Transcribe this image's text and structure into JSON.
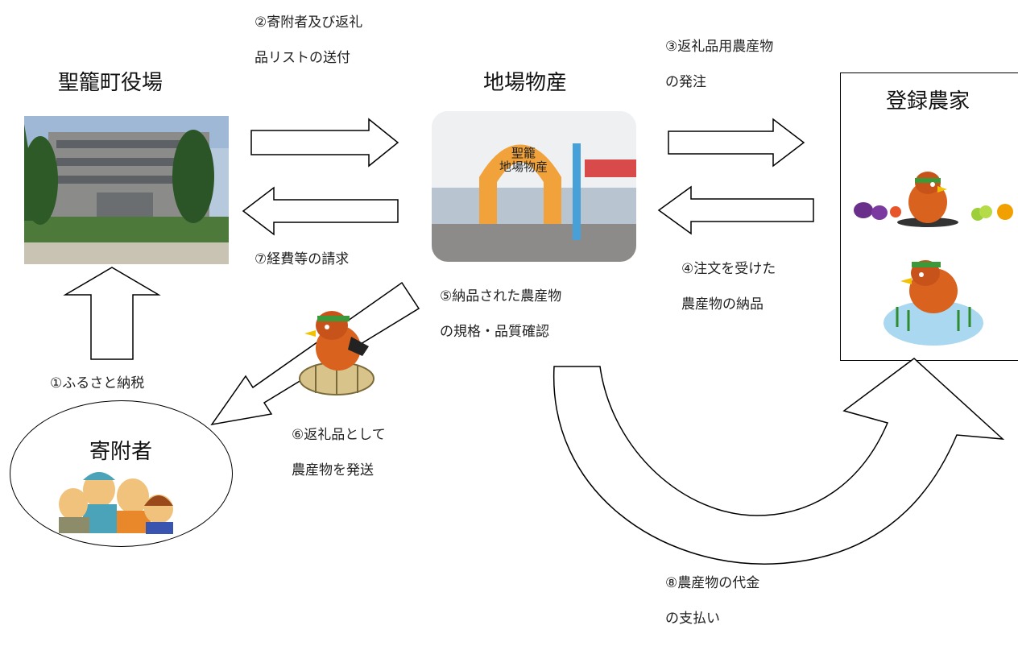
{
  "nodes": {
    "town_office": "聖籠町役場",
    "local_store": "地場物産",
    "farmers": "登録農家",
    "donor": "寄附者"
  },
  "store_sign": "聖籠\n地場物産",
  "steps": {
    "s1": "①ふるさと納税",
    "s2": [
      "②寄附者及び返礼",
      "品リストの送付"
    ],
    "s3": [
      "③返礼品用農産物",
      "の発注"
    ],
    "s4": [
      "④注文を受けた",
      "農産物の納品"
    ],
    "s5": [
      "⑤納品された農産物",
      "の規格・品質確認"
    ],
    "s6": [
      "⑥返礼品として",
      "農産物を発送"
    ],
    "s7": "⑦経費等の請求",
    "s8": [
      "⑧農産物の代金",
      "の支払い"
    ]
  },
  "colors": {
    "arrow_stroke": "#000000",
    "arrow_fill": "#ffffff",
    "mascot_orange": "#d9621f",
    "mascot_green": "#3a9a3a",
    "store_arch": "#f2a23a"
  }
}
